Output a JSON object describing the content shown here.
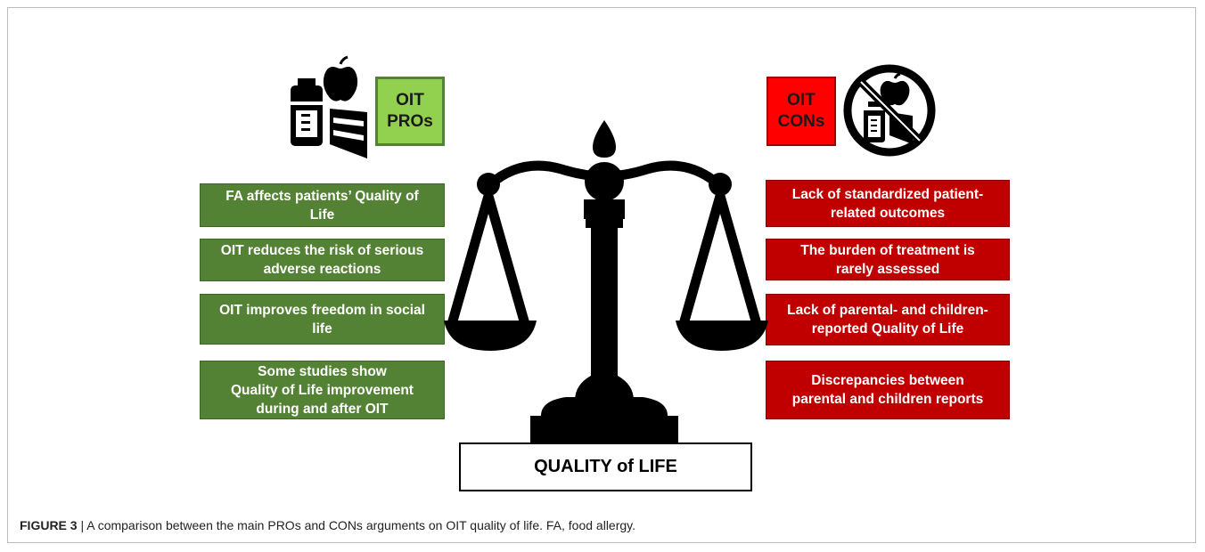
{
  "pros": {
    "tag": "OIT\nPROs",
    "items": [
      "FA affects patients’ Quality of\nLife",
      "OIT reduces the risk of serious\nadverse reactions",
      "OIT improves freedom in social\nlife",
      "Some studies show\nQuality of Life improvement\nduring and after OIT"
    ]
  },
  "cons": {
    "tag": "OIT\nCONs",
    "items": [
      "Lack of standardized patient-\nrelated outcomes",
      "The burden of treatment  is\nrarely assessed",
      "Lack of parental- and children-\nreported Quality of Life",
      "Discrepancies between\nparental and children reports"
    ]
  },
  "base_label": "QUALITY of LIFE",
  "caption": {
    "label": "FIGURE 3",
    "separator": " | ",
    "text": "A comparison between the main PROs and CONs arguments on OIT quality of life. FA, food allergy."
  },
  "icons": {
    "pros_icon": "food-icon",
    "cons_icon": "no-food-icon",
    "center_icon": "balance-scale-icon"
  },
  "colors": {
    "pro_box": "#548235",
    "pro_tag": "#92d050",
    "con_box": "#c00000",
    "con_tag": "#ff0000"
  }
}
